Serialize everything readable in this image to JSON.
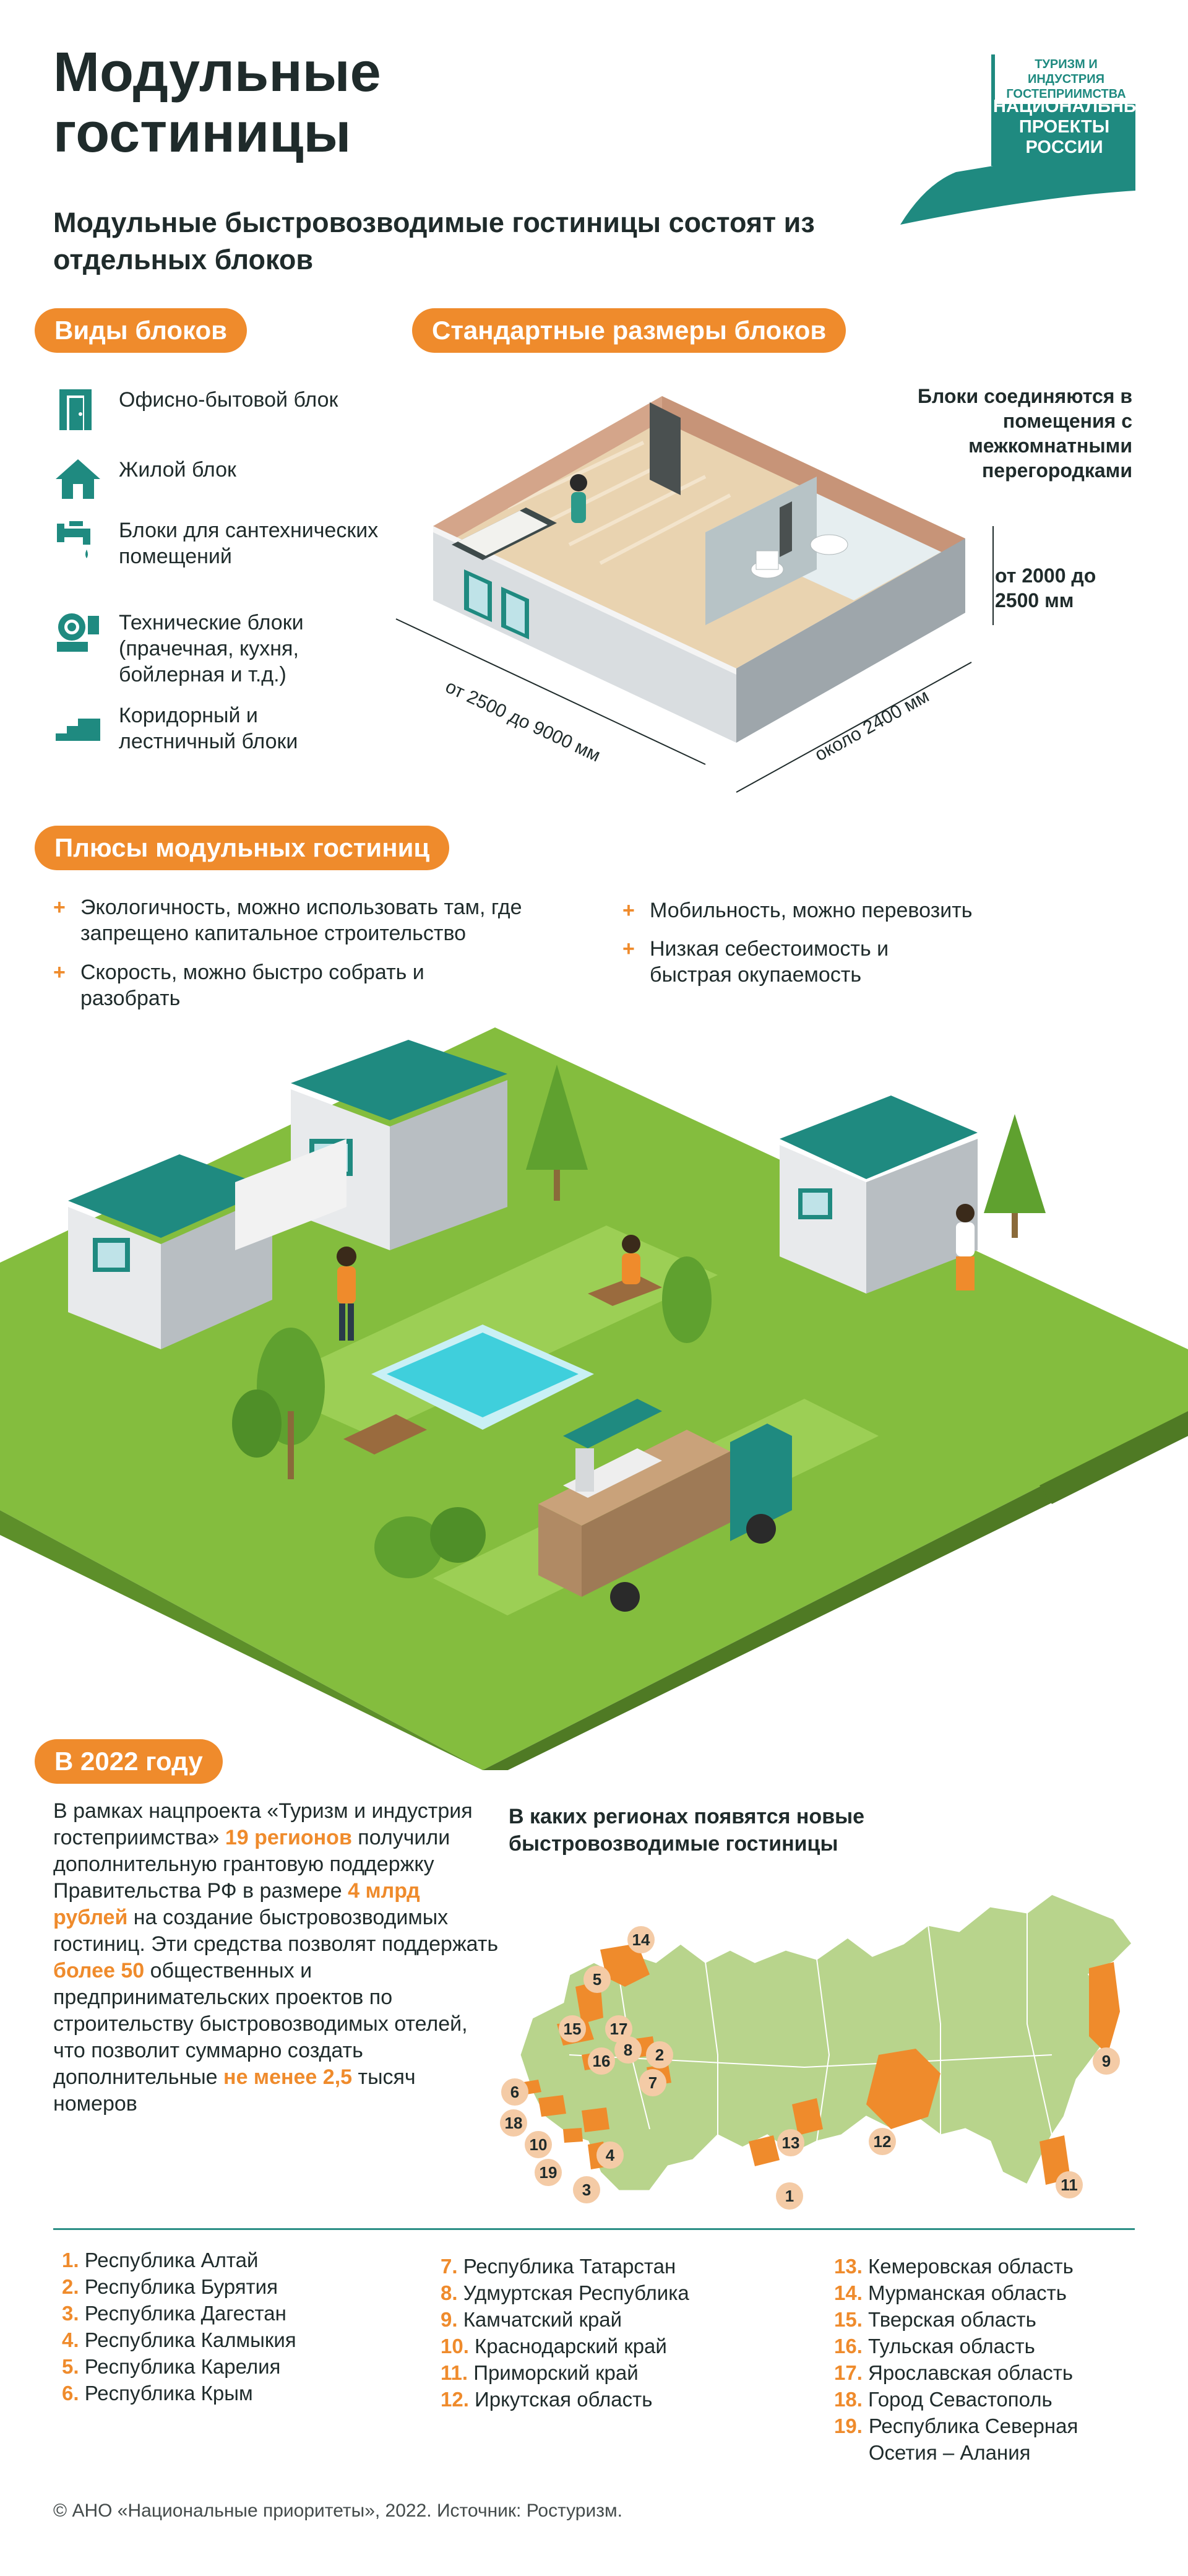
{
  "header": {
    "title": "Модульные гостиницы",
    "subtitle": "Модульные быстровозводимые гостиницы состоят из отдельных блоков",
    "logo": {
      "line1": "ТУРИЗМ И ИНДУСТРИЯ",
      "line2": "ГОСТЕПРИИМСТВА",
      "line3": "НАЦИОНАЛЬНЫЕ",
      "line4": "ПРОЕКТЫ",
      "line5": "РОССИИ"
    }
  },
  "colors": {
    "accent": "#ef8b2c",
    "brand_teal": "#1f8a80",
    "grass": "#7fb83a",
    "text": "#1f2b2b"
  },
  "blocks_section": {
    "label": "Виды блоков",
    "items": [
      {
        "icon": "office-door-icon",
        "text": "Офисно-бытовой блок"
      },
      {
        "icon": "house-icon",
        "text": "Жилой блок"
      },
      {
        "icon": "faucet-icon",
        "text": "Блоки для сантехнических помещений"
      },
      {
        "icon": "washing-machine-icon",
        "text": "Технические блоки (прачечная, кухня, бойлерная и т.д.)"
      },
      {
        "icon": "stairs-icon",
        "text": "Коридорный и лестничный блоки"
      }
    ]
  },
  "sizes_section": {
    "label": "Стандартные размеры блоков",
    "note": "Блоки соединяются в помещения с межкомнатными перегородками",
    "height_label": "от 2000 до 2500 мм",
    "length_label": "от 2500 до 9000 мм",
    "width_label": "около 2400 мм"
  },
  "pros_section": {
    "label": "Плюсы модульных гостиниц",
    "items": [
      "Экологичность, можно использовать там, где запрещено капитальное строительство",
      "Скорость, можно быстро собрать и разобрать",
      "Мобильность, можно перевозить",
      "Низкая себестоимость и быстрая окупаемость"
    ]
  },
  "year_section": {
    "label": "В 2022 году",
    "text_parts": [
      {
        "t": "В рамках нацпроекта «Туризм и индустрия гостеприимства» ",
        "hl": false
      },
      {
        "t": "19 регионов",
        "hl": true
      },
      {
        "t": " получили дополнительную грантовую поддержку Правительства РФ в размере ",
        "hl": false
      },
      {
        "t": "4 млрд рублей",
        "hl": true
      },
      {
        "t": " на создание быстровозводимых гостиниц. Эти средства позволят поддержать ",
        "hl": false
      },
      {
        "t": "более 50",
        "hl": true
      },
      {
        "t": " общественных и предпринимательских проектов по строительству быстровозводимых отелей, что позволит суммарно создать дополнительные ",
        "hl": false
      },
      {
        "t": "не менее 2,5",
        "hl": true
      },
      {
        "t": " тысяч номеров",
        "hl": false
      }
    ],
    "map_title": "В каких регионах появятся новые быстровозводимые гостиницы",
    "map_markers": [
      "14",
      "5",
      "15",
      "17",
      "16",
      "8",
      "2",
      "7",
      "6",
      "18",
      "10",
      "4",
      "19",
      "3",
      "13",
      "1",
      "12",
      "9",
      "11"
    ]
  },
  "regions": {
    "col1": [
      {
        "n": "1.",
        "name": "Республика Алтай"
      },
      {
        "n": "2.",
        "name": "Республика Бурятия"
      },
      {
        "n": "3.",
        "name": "Республика Дагестан"
      },
      {
        "n": "4.",
        "name": "Республика Калмыкия"
      },
      {
        "n": "5.",
        "name": "Республика Карелия"
      },
      {
        "n": "6.",
        "name": "Республика Крым"
      }
    ],
    "col2": [
      {
        "n": "7.",
        "name": "Республика Татарстан"
      },
      {
        "n": "8.",
        "name": "Удмуртская Республика"
      },
      {
        "n": "9.",
        "name": "Камчатский край"
      },
      {
        "n": "10.",
        "name": "Краснодарский край"
      },
      {
        "n": "11.",
        "name": "Приморский край"
      },
      {
        "n": "12.",
        "name": "Иркутская область"
      }
    ],
    "col3": [
      {
        "n": "13.",
        "name": "Кемеровская область"
      },
      {
        "n": "14.",
        "name": "Мурманская область"
      },
      {
        "n": "15.",
        "name": "Тверская область"
      },
      {
        "n": "16.",
        "name": "Тульская область"
      },
      {
        "n": "17.",
        "name": "Ярославская область"
      },
      {
        "n": "18.",
        "name": "Город Севастополь"
      },
      {
        "n": "19.",
        "name": "Республика Северная Осетия – Алания"
      }
    ]
  },
  "footer": "© АНО «Национальные приоритеты», 2022. Источник:  Ростуризм."
}
